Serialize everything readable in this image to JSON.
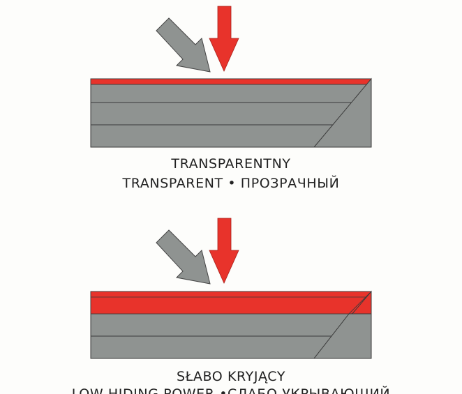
{
  "colors": {
    "background": "#fdfdfb",
    "gray_layer": "#8f9391",
    "red_layer": "#e8332b",
    "outline": "#3a3a3a",
    "arrow_gray": "#8f9391",
    "arrow_red": "#e8332b"
  },
  "diagrams": [
    {
      "caption_line1": "TRANSPARENTNY",
      "caption_line2": "TRANSPARENT • ПРОЗРАЧНЫЙ"
    },
    {
      "caption_line1": "SŁABO KRYJĄCY",
      "caption_line2": "LOW HIDING POWER •СЛАБО УКРЫВАЮЩИЙ"
    }
  ]
}
